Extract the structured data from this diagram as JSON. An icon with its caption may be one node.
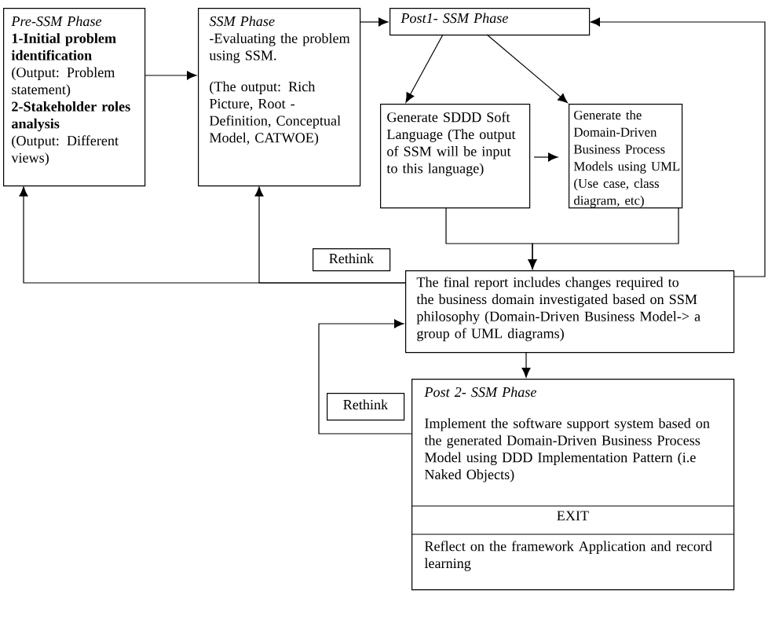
{
  "diagram": {
    "nodes": [
      {
        "text": [
          "Pre-SSM Phase",
          "1-Initial problem identification",
          "(Output: Problem statement)",
          "2-Stakeholder roles analysis",
          "(Output: Different views)"
        ]
      },
      {
        "text": [
          "SSM Phase",
          "-Evaluating the problem using SSM.",
          "(The output: Rich Picture, Root - Definition, Conceptual Model, CATWOE)"
        ]
      },
      {
        "text": [
          "Post1- SSM Phase"
        ]
      },
      {
        "text": [
          "Generate SDDD Soft Language (The output of SSM will be input to this language)"
        ]
      },
      {
        "text": [
          "Generate the Domain-Driven Business Process Models using UML (Use case, class diagram, etc)"
        ]
      },
      {
        "text": [
          "Rethink"
        ]
      },
      {
        "text": [
          "The final report includes changes required to the business domain investigated based on SSM philosophy (Domain-Driven Business Model-> a group of UML diagrams)"
        ]
      },
      {
        "text": [
          "Rethink"
        ]
      },
      {
        "text": [
          "Post 2- SSM Phase",
          "Implement the software support system based on the generated Domain-Driven Business Process Model using DDD Implementation Pattern (i.e Naked Objects)",
          "EXIT",
          "Reflect on the framework Application and record learning"
        ]
      }
    ],
    "edges": [
      {
        "from": 0,
        "to": 1,
        "arrow": "to"
      },
      {
        "from": 1,
        "to": 2,
        "arrow": "to"
      },
      {
        "from": 2,
        "to": 3,
        "arrow": "to"
      },
      {
        "from": 2,
        "to": 4,
        "arrow": "to"
      },
      {
        "from": 3,
        "to": 4,
        "arrow": "to"
      },
      {
        "from": 3,
        "to": 6,
        "arrow": "to"
      },
      {
        "from": 4,
        "to": 6,
        "arrow": "to"
      },
      {
        "from": 6,
        "to": 0,
        "arrow": "to"
      },
      {
        "from": 6,
        "to": 1,
        "arrow": "to"
      },
      {
        "from": 6,
        "to": 2,
        "arrow": "to"
      },
      {
        "from": 6,
        "to": 8,
        "arrow": "to"
      },
      {
        "from": 8,
        "to": 6,
        "arrow": "to"
      }
    ]
  }
}
